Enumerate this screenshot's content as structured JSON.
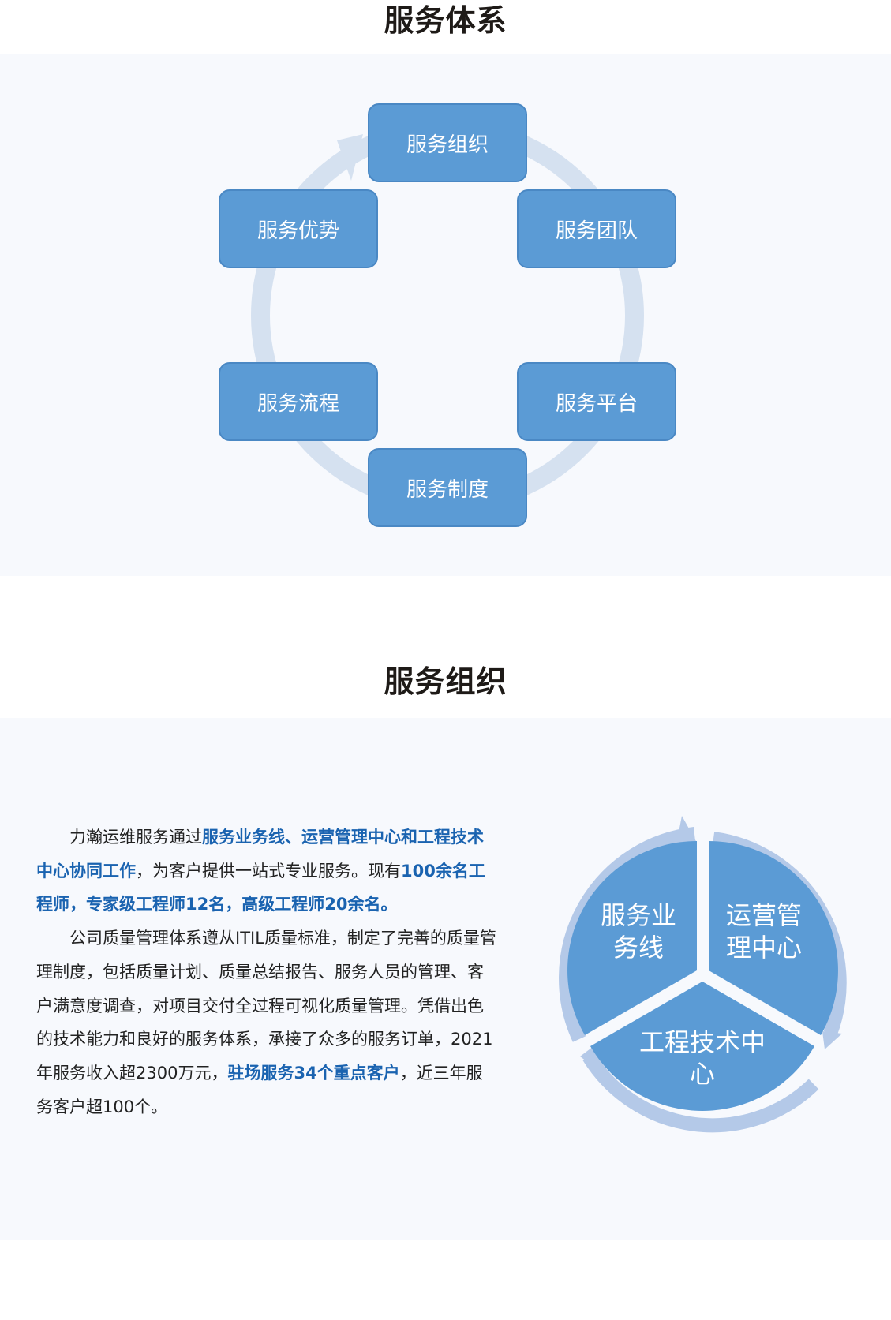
{
  "section1": {
    "title": "服务体系",
    "nodes": [
      "服务组织",
      "服务团队",
      "服务平台",
      "服务制度",
      "服务流程",
      "服务优势"
    ]
  },
  "section2": {
    "title": "服务组织",
    "paragraph1": {
      "t1": "力瀚运维服务通过",
      "h1": "服务业务线、运营管理中心和工程技术中心协同工作",
      "t2": "，为客户提供一站式专业服务。现有",
      "h2": "100余名工程师，专家级工程师12名，高级工程师20余名。"
    },
    "paragraph2": {
      "t1": "公司质量管理体系遵从ITIL质量标准，制定了完善的质量管理制度，包括质量计划、质量总结报告、服务人员的管理、客户满意度调查，对项目交付全过程可视化质量管理。凭借出色的技术能力和良好的服务体系，承接了众多的服务订单，2021年服务收入超2300万元，",
      "h1": "驻场服务34个重点客户",
      "t2": "，近三年服务客户超100个。"
    },
    "pie": {
      "segments": [
        {
          "line1": "服务业",
          "line2": "务线"
        },
        {
          "line1": "运营管",
          "line2": "理中心"
        },
        {
          "line1": "工程技术中",
          "line2": "心"
        }
      ]
    }
  },
  "colors": {
    "node_fill": "#5b9bd5",
    "ring": "#d5e1f0",
    "pie_fill": "#5b9bd5",
    "arc": "#b4c9e8",
    "highlight": "#1a63b0",
    "band": "#f7f9fd"
  }
}
